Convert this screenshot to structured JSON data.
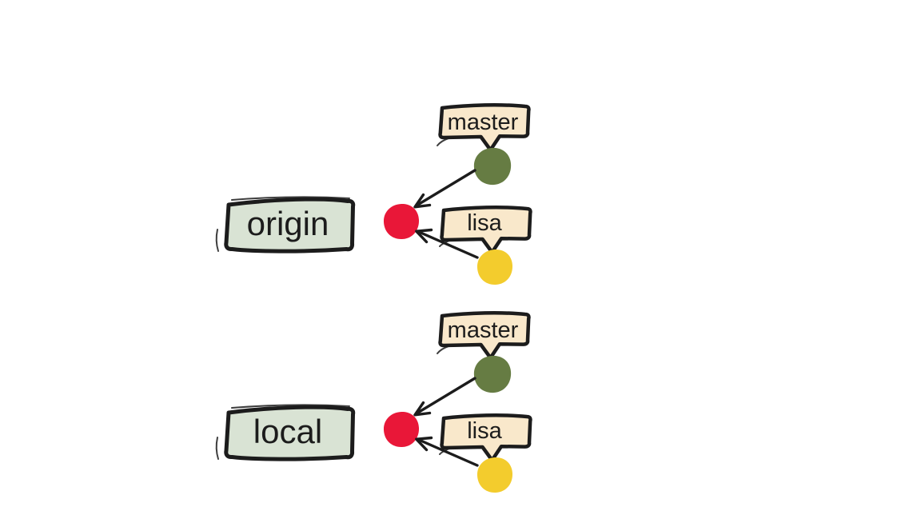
{
  "colors": {
    "canvas_bg": "#ffffff",
    "ink": "#1c1c1c",
    "repo_box_fill": "#d9e3d4",
    "branch_tag_fill": "#f9e8cb",
    "master_dot": "#667c43",
    "lisa_dot": "#f3cc2d",
    "base_dot": "#e91738"
  },
  "sections": [
    {
      "repo_label": "origin",
      "branch_tags": [
        {
          "label": "master"
        },
        {
          "label": "lisa"
        }
      ]
    },
    {
      "repo_label": "local",
      "branch_tags": [
        {
          "label": "master"
        },
        {
          "label": "lisa"
        }
      ]
    }
  ]
}
